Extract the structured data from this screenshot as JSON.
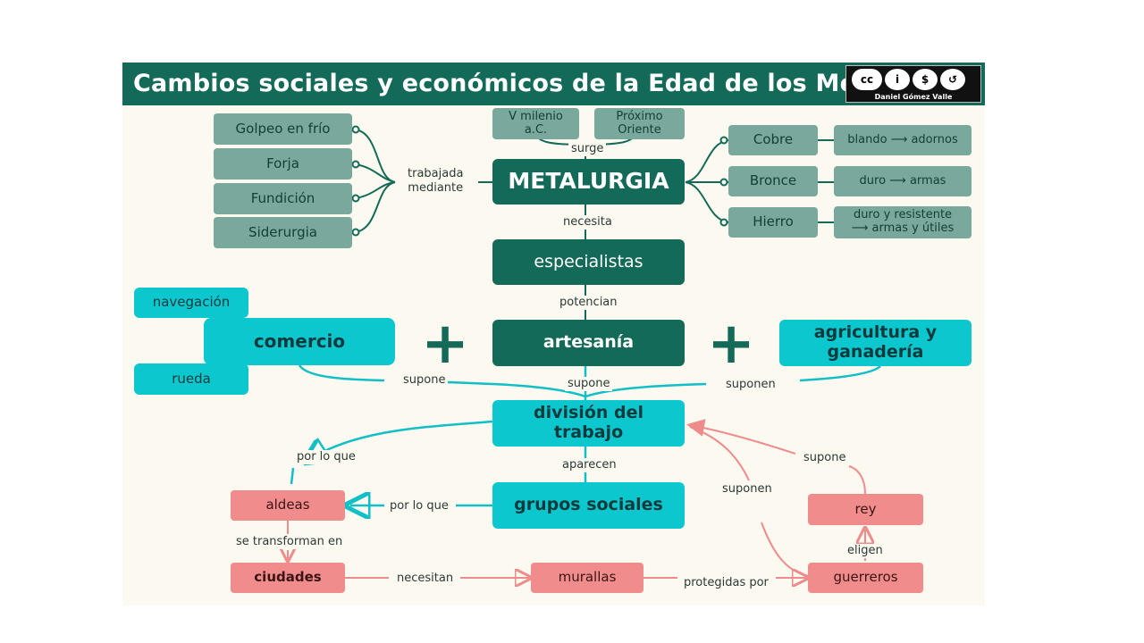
{
  "title": "Cambios sociales y económicos de la Edad de los Metales",
  "license": {
    "icon": "creative-commons-by-nc-sa-icon",
    "glyphs": [
      "cc",
      "i",
      "$",
      "↺"
    ],
    "author": "Daniel Gómez Valle"
  },
  "colors": {
    "header": "#136a58",
    "dark_node": "#136a58",
    "sage_node": "#79a99d",
    "cyan_node": "#0dc7cf",
    "pink_node": "#f18c8c",
    "background": "#fcf9f0"
  },
  "nodes": {
    "metalurgia": "METALURGIA",
    "v_milenio": "V milenio\na.C.",
    "proximo_oriente": "Próximo\nOriente",
    "golpeo": "Golpeo en frío",
    "forja": "Forja",
    "fundicion": "Fundición",
    "siderurgia": "Siderurgia",
    "cobre": "Cobre",
    "bronce": "Bronce",
    "hierro": "Hierro",
    "cobre_uso": "blando ⟶ adornos",
    "bronce_uso": "duro ⟶ armas",
    "hierro_uso": "duro y resistente\n⟶ armas y útiles",
    "especialistas": "especialistas",
    "artesania": "artesanía",
    "comercio": "comercio",
    "navegacion": "navegación",
    "rueda": "rueda",
    "agricultura": "agricultura y\nganadería",
    "division": "división del\ntrabajo",
    "grupos": "grupos sociales",
    "aldeas": "aldeas",
    "ciudades": "ciudades",
    "murallas": "murallas",
    "guerreros": "guerreros",
    "rey": "rey"
  },
  "links": {
    "surge": "surge",
    "trabajada": "trabajada\nmediante",
    "necesita": "necesita",
    "potencian": "potencian",
    "supone_left": "supone",
    "supone_mid": "supone",
    "suponen_right": "suponen",
    "aparecen": "aparecen",
    "por_lo_que_top": "por lo que",
    "por_lo_que_mid": "por lo que",
    "se_transforman": "se transforman en",
    "necesitan": "necesitan",
    "protegidas": "protegidas por",
    "eligen": "eligen",
    "supone_rey": "supone",
    "suponen_guerreros": "suponen"
  },
  "plus_signs": [
    "+",
    "+"
  ]
}
